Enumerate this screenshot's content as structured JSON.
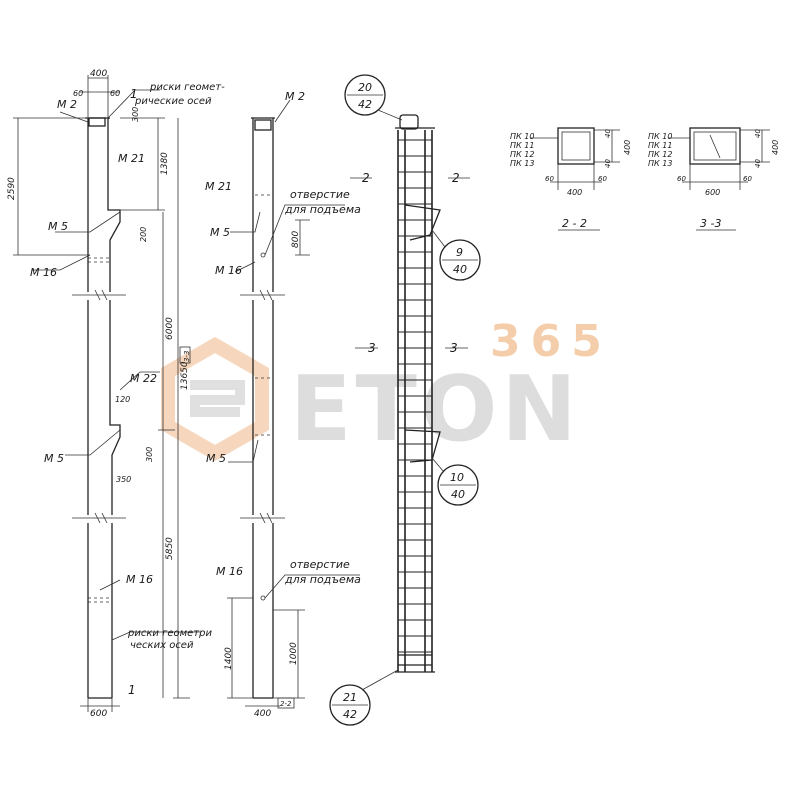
{
  "watermark": {
    "number": "365",
    "brand": "ETON"
  },
  "left_column": {
    "width_top": "400",
    "dims_top": [
      "60",
      "60"
    ],
    "axis_note": [
      "риски геомет-",
      "рические осей"
    ],
    "marks": [
      "М 2",
      "М 21",
      "М 5",
      "М 16",
      "М 22",
      "М 5",
      "М 16"
    ],
    "height_upper": "2590",
    "dims_upper": [
      "1380",
      "200",
      "300"
    ],
    "dims_mid": [
      "120",
      "300",
      "350"
    ],
    "dims_long": [
      "6000",
      "13650",
      "5850"
    ],
    "heights_side": [
      "1380",
      "13650"
    ],
    "tag": "3-3",
    "section_mark": "1",
    "bottom_note": [
      "риски геометри",
      "ческих осей"
    ],
    "bottom_width": "600"
  },
  "middle_column": {
    "marks": [
      "М 2",
      "М 21",
      "М 5",
      "М 16",
      "М 5",
      "М 16"
    ],
    "hole_note": [
      "отверстие",
      "для подъема"
    ],
    "dims": [
      "800",
      "1400",
      "1000"
    ],
    "bottom_width": "400",
    "bottom_tag": "2-2"
  },
  "cage": {
    "callouts": [
      {
        "top": "20",
        "bottom": "42"
      },
      {
        "top": "9",
        "bottom": "40"
      },
      {
        "top": "10",
        "bottom": "40"
      },
      {
        "top": "21",
        "bottom": "42"
      }
    ],
    "section_marks": [
      "2",
      "2",
      "3",
      "3"
    ]
  },
  "section_2_2": {
    "title": "2 - 2",
    "labels": [
      "ПК 10",
      "ПК 11",
      "ПК 12",
      "ПК 13"
    ],
    "dims": [
      "400",
      "400",
      "60",
      "60",
      "40",
      "40"
    ]
  },
  "section_3_3": {
    "title": "3 -3",
    "labels": [
      "ПК 10",
      "ПК 11",
      "ПК 12",
      "ПК 13"
    ],
    "dims": [
      "600",
      "400",
      "60",
      "60",
      "40",
      "40"
    ]
  },
  "colors": {
    "line": "#222222",
    "watermark_orange": "#f0b888",
    "watermark_gray": "#c8c8c8"
  }
}
